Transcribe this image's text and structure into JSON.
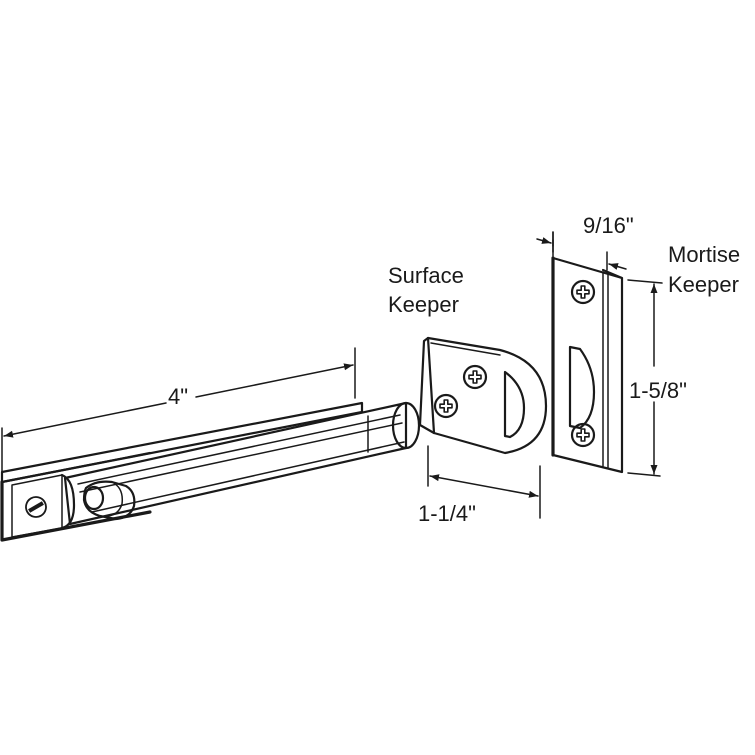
{
  "diagram": {
    "labels": {
      "bolt_length": "4\"",
      "surface_keeper_line1": "Surface",
      "surface_keeper_line2": "Keeper",
      "surface_keeper_width": "1-1/4\"",
      "mortise_keeper_line1": "Mortise",
      "mortise_keeper_line2": "Keeper",
      "mortise_keeper_width": "9/16\"",
      "mortise_keeper_height": "1-5/8\""
    }
  }
}
